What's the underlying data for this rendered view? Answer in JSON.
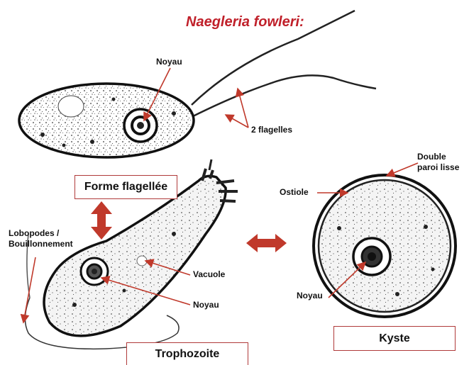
{
  "title": "Naegleria fowleri:",
  "labels": {
    "noyau_top": "Noyau",
    "flagelles": "2 flagelles",
    "double_paroi_line1": "Double",
    "double_paroi_line2": "paroi lisse",
    "ostiole": "Ostiole",
    "lobopodes_line1": "Lobopodes /",
    "lobopodes_line2": "Bouillonnement",
    "vacuole": "Vacuole",
    "noyau_trophozoite": "Noyau",
    "noyau_kyste": "Noyau"
  },
  "boxes": {
    "forme_flagellee": "Forme flagellée",
    "trophozoite": "Trophozoite",
    "kyste": "Kyste"
  },
  "colors": {
    "title": "#c0202a",
    "arrow": "#c0392b",
    "box_border": "#b03a3a"
  }
}
